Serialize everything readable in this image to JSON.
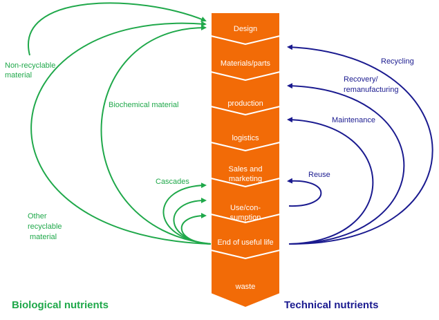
{
  "stages": [
    "Design",
    "Materials/parts",
    "production",
    "logistics",
    "Sales and|marketing",
    "Use/con-|sumption",
    "End of useful life",
    "waste"
  ],
  "biological": {
    "labels": {
      "non_recyclable": [
        "Non-recyclable",
        "material"
      ],
      "biochemical": "Biochemical material",
      "cascades": "Cascades",
      "other_recyclable": [
        "Other",
        "recyclable",
        "material"
      ]
    },
    "footer": "Biological nutrients"
  },
  "technical": {
    "labels": {
      "recycling": "Recycling",
      "recovery": [
        "Recovery/",
        "remanufacturing"
      ],
      "maintenance": "Maintenance",
      "reuse": "Reuse"
    },
    "footer": "Technical nutrients"
  },
  "colors": {
    "orange": "#f26b07",
    "green": "#1fa84a",
    "blue": "#1a1a8f"
  }
}
